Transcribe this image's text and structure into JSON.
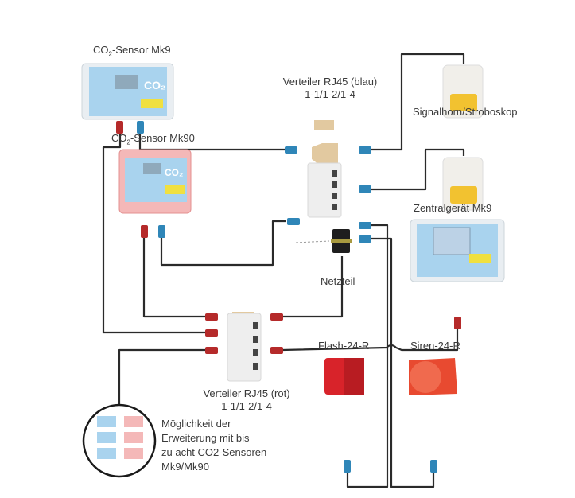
{
  "title": "CO2 sensor system wiring diagram",
  "colors": {
    "cable": "#2a2a2a",
    "plug_blue": "#2f86b8",
    "plug_red": "#b52a2a",
    "device_panel": "#a9d3ee",
    "splitter_beige": "#e2c9a0",
    "distributor_white": "#ededed",
    "siren_red": "#e23a2a"
  },
  "nodes": {
    "sensor_mk9": {
      "label_pre": "CO",
      "label_sub": "2",
      "label_post": "-Sensor Mk9",
      "display": "CO2"
    },
    "sensor_mk90": {
      "label_pre": "CO",
      "label_sub": "2",
      "label_post": "-Sensor Mk90",
      "display": "CO2"
    },
    "distributor_blue": {
      "label": "Verteiler RJ45 (blau)",
      "sublabel": "1-1/1-2/1-4"
    },
    "distributor_red": {
      "label": "Verteiler RJ45 (rot)",
      "sublabel": "1-1/1-2/1-4"
    },
    "signal_horn": {
      "label": "Signalhorn/Stroboskop"
    },
    "central_unit": {
      "label": "Zentralgerät Mk9"
    },
    "power_supply": {
      "label": "Netzteil"
    },
    "flash": {
      "label": "Flash-24-R"
    },
    "siren": {
      "label": "Siren-24-R"
    },
    "expansion": {
      "lines": [
        "Möglichkeit der",
        "Erweiterung mit bis",
        "zu acht CO2-Sensoren",
        "Mk9/Mk90"
      ]
    }
  }
}
